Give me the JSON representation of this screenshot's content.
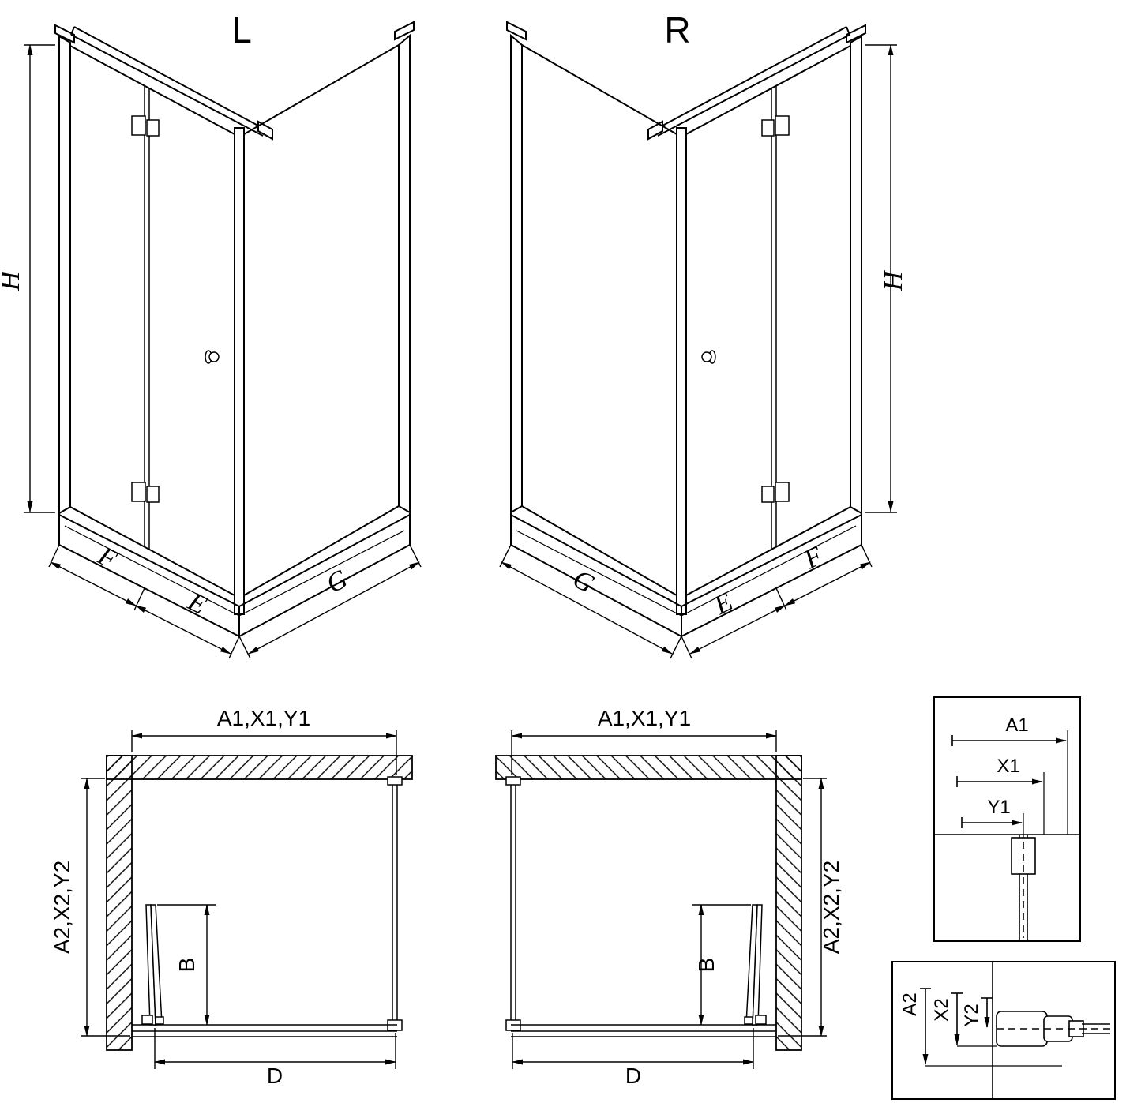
{
  "background": "#ffffff",
  "line_color": "#000000",
  "iso_left": {
    "label": "L",
    "dim_height": "H",
    "dim_door_panel": "F",
    "dim_fixed_part": "E",
    "dim_side_wall": "G"
  },
  "iso_right": {
    "label": "R",
    "dim_height": "H",
    "dim_door_panel": "F",
    "dim_fixed_part": "E",
    "dim_side_wall": "G"
  },
  "plan_left": {
    "dim_width_top": "A1,X1,Y1",
    "dim_depth_side": "A2,X2,Y2",
    "dim_door_projection": "B",
    "dim_entry_width": "D"
  },
  "plan_right": {
    "dim_width_top": "A1,X1,Y1",
    "dim_depth_side": "A2,X2,Y2",
    "dim_door_projection": "B",
    "dim_entry_width": "D"
  },
  "detail_width_profile": {
    "dim_a1": "A1",
    "dim_x1": "X1",
    "dim_y1": "Y1"
  },
  "detail_depth_profile": {
    "dim_a2": "A2",
    "dim_x2": "X2",
    "dim_y2": "Y2"
  }
}
